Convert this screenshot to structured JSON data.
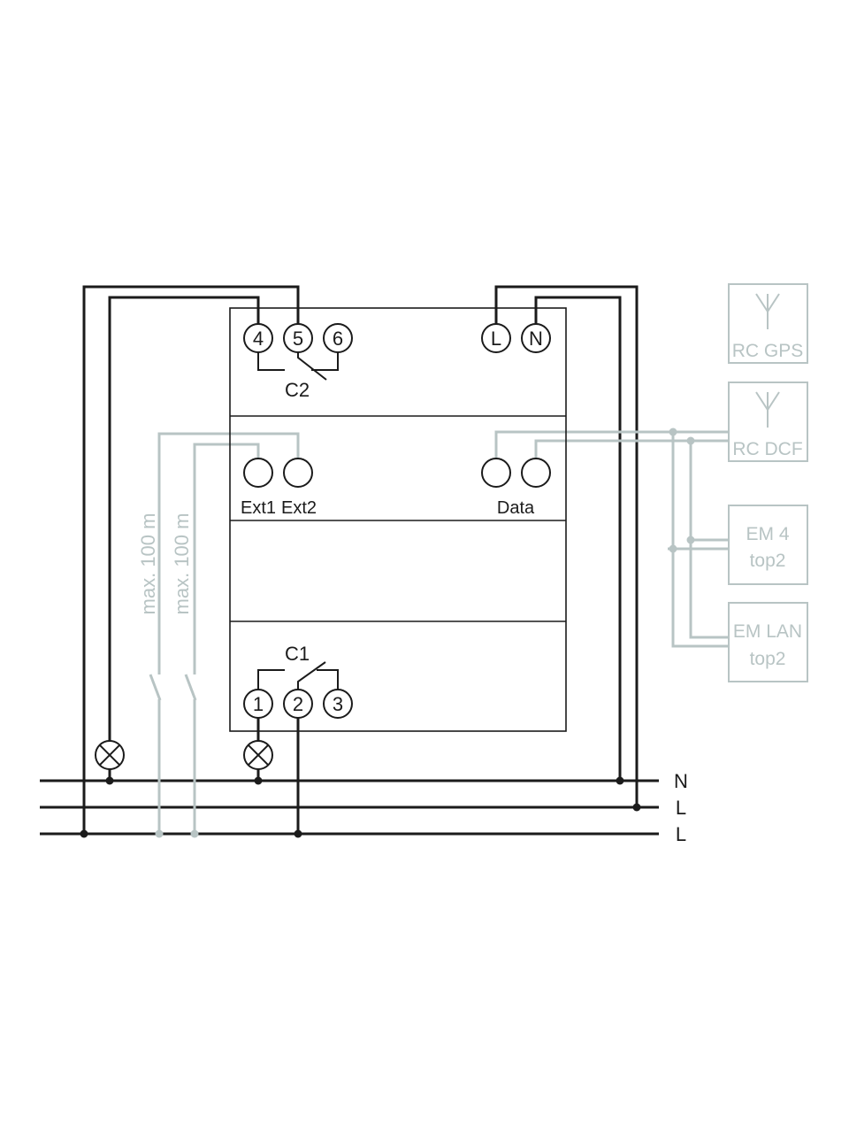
{
  "colors": {
    "ink": "#1b1b1b",
    "light": "#b8c4c4"
  },
  "device": {
    "contact_c2": {
      "label": "C2",
      "terminals": [
        "4",
        "5",
        "6"
      ]
    },
    "supply_terminals": [
      "L",
      "N"
    ],
    "inputs": [
      "Ext1",
      "Ext2"
    ],
    "data_label": "Data",
    "contact_c1": {
      "label": "C1",
      "terminals": [
        "1",
        "2",
        "3"
      ]
    }
  },
  "cable_notes": [
    "max. 100 m",
    "max. 100 m"
  ],
  "accessories": [
    {
      "lines": [
        "RC GPS"
      ],
      "icon": "antenna-icon"
    },
    {
      "lines": [
        "RC DCF"
      ],
      "icon": "antenna-icon"
    },
    {
      "lines": [
        "EM 4",
        "top2"
      ]
    },
    {
      "lines": [
        "EM LAN",
        "top2"
      ]
    }
  ],
  "loads": [
    "lamp-icon",
    "lamp-icon"
  ],
  "mains": [
    "N",
    "L",
    "L"
  ]
}
